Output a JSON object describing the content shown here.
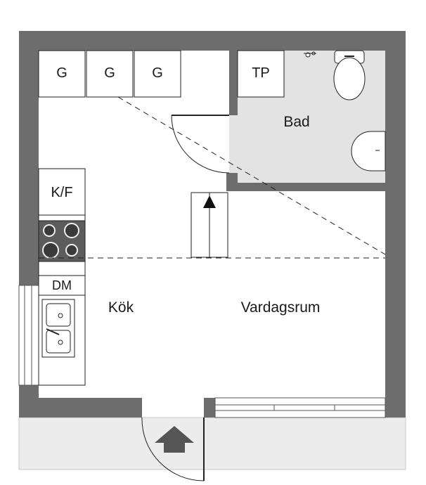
{
  "rooms": {
    "bathroom": "Bad",
    "kitchen": "Kök",
    "living_room": "Vardagsrum"
  },
  "fixtures": {
    "wardrobe_1": "G",
    "wardrobe_2": "G",
    "wardrobe_3": "G",
    "laundry": "TP",
    "fridge_freezer": "K/F",
    "dishwasher": "DM"
  },
  "colors": {
    "wall": "#6d6d6d",
    "bathroom_floor": "#e3e3e3",
    "outdoor_area": "#ececec",
    "line": "#222222"
  },
  "icons": [
    "entrance-arrow-icon",
    "stair-arrow-icon"
  ]
}
